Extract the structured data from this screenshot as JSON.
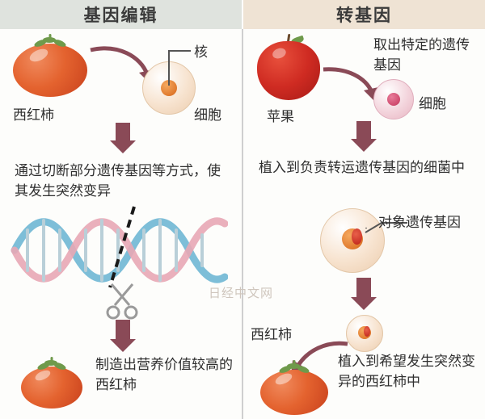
{
  "headers": {
    "left": "基因编辑",
    "right": "转基因"
  },
  "left_column": {
    "tomato_label": "西红柿",
    "nucleus_label": "核",
    "cell_label": "细胞",
    "step1_text": "通过切断部分遗传基因等方式，使其发生突然变异",
    "step2_text": "制造出营养价值较高的西红柿"
  },
  "right_column": {
    "apple_label": "苹果",
    "extract_text": "取出特定的遗传基因",
    "cell_label": "细胞",
    "step1_text": "植入到负责转运遗传基因的细菌中",
    "target_gene_label": "对象遗传基因",
    "tomato_label": "西红柿",
    "step2_text": "植入到希望发生突然变异的西红柿中"
  },
  "watermark": "日经中文网",
  "colors": {
    "header_left_bg": "#dfe3de",
    "header_right_bg": "#efe3d4",
    "arrow": "#8a4a57",
    "text": "#2f2f2f",
    "tomato": "#e4632f",
    "apple": "#cf2b22",
    "helix_blue": "#6fb7d4",
    "helix_pink": "#e8a7b5"
  }
}
